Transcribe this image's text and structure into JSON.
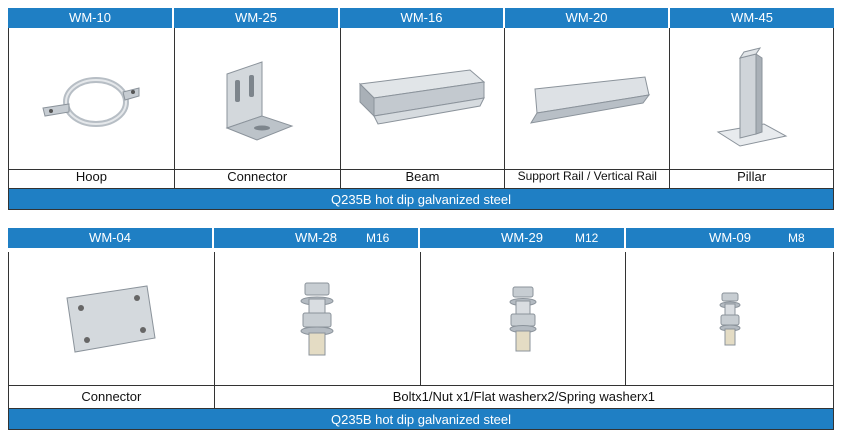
{
  "group1": {
    "products": [
      {
        "code": "WM-10",
        "name": "Hoop",
        "icon": "hoop-icon"
      },
      {
        "code": "WM-25",
        "name": "Connector",
        "icon": "angle-connector-icon"
      },
      {
        "code": "WM-16",
        "name": "Beam",
        "icon": "beam-icon"
      },
      {
        "code": "WM-20",
        "name": "Support Rail / Vertical Rail",
        "icon": "rail-icon"
      },
      {
        "code": "WM-45",
        "name": "Pillar",
        "icon": "pillar-icon"
      }
    ],
    "material": "Q235B hot dip galvanized steel"
  },
  "group2": {
    "products": [
      {
        "code": "WM-04",
        "name": "Connector",
        "icon": "plate-connector-icon"
      },
      {
        "code": "WM-28",
        "size": "M16",
        "icon": "bolt-icon"
      },
      {
        "code": "WM-29",
        "size": "M12",
        "icon": "bolt-icon"
      },
      {
        "code": "WM-09",
        "size": "M8",
        "icon": "bolt-icon"
      }
    ],
    "bolt_set": "Boltx1/Nut x1/Flat washerx2/Spring washerx1",
    "material": "Q235B hot dip galvanized steel"
  },
  "colors": {
    "header_blue": "#1f7fc4",
    "steel": "#c9ced3"
  }
}
